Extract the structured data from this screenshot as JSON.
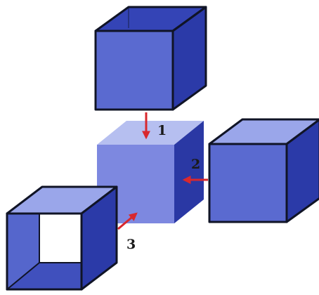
{
  "labels": {
    "arrow_1": "1",
    "arrow_2": "2",
    "arrow_3": "3"
  },
  "colors": {
    "front_face": "#5a6ad0",
    "top_face": "#9aa6ea",
    "side_face": "#2b3aa8",
    "inner_back": "#3444b6",
    "center_front": "#7d88e0",
    "center_top": "#b6bff0",
    "center_side": "#2a38a4",
    "outline": "#101426",
    "arrow": "#d8282e",
    "background": "#ffffff"
  }
}
